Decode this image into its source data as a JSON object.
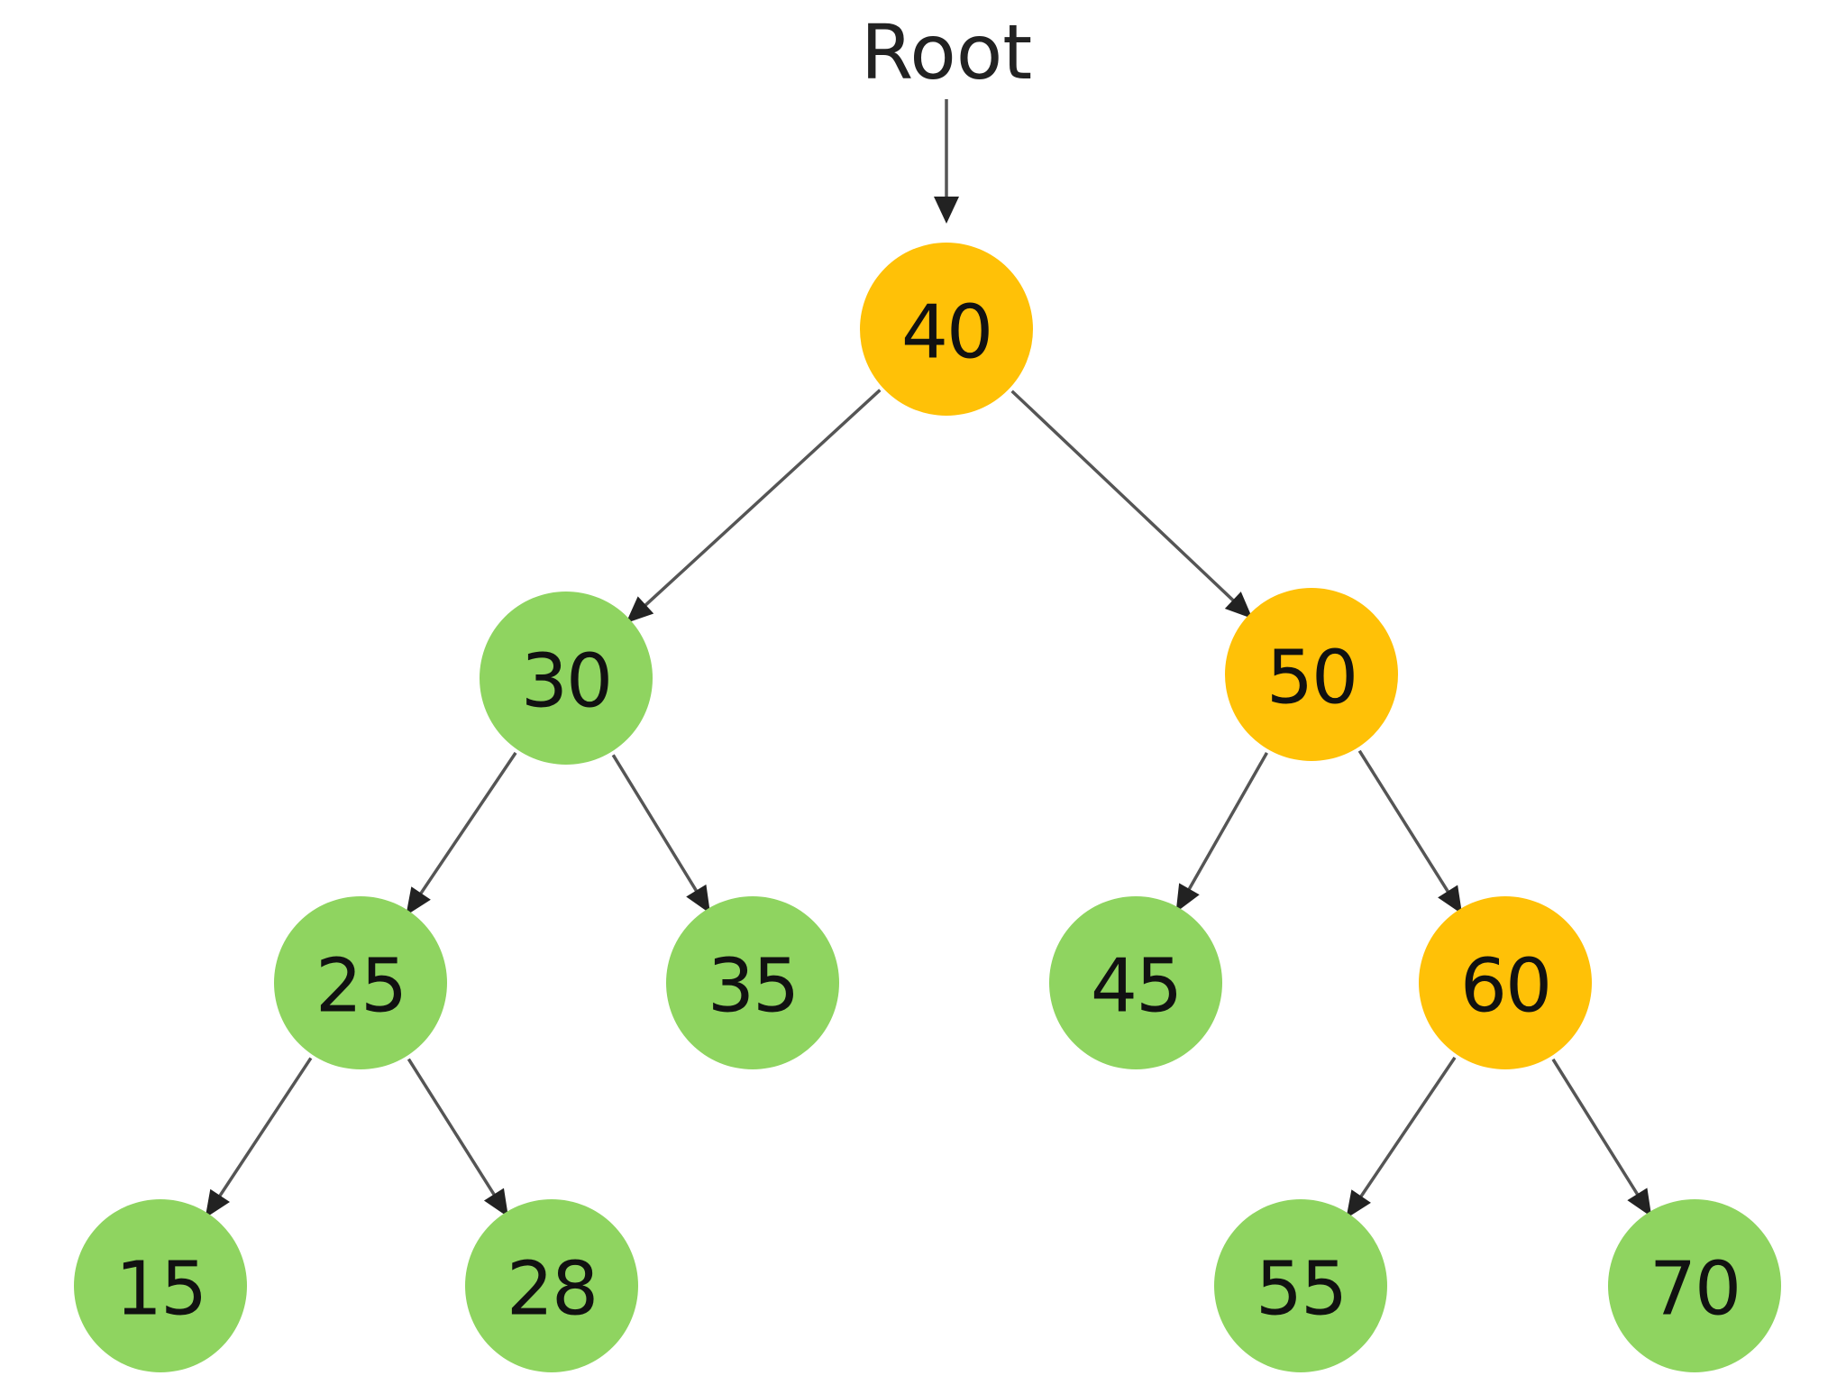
{
  "root_label": "Root",
  "colors": {
    "highlight": "#FFC107",
    "default": "#8FD460",
    "edge": "#555555",
    "arrowhead": "#222222",
    "text": "#111111"
  },
  "nodes": [
    {
      "id": "n40",
      "value": "40",
      "state": "highlight"
    },
    {
      "id": "n30",
      "value": "30",
      "state": "default"
    },
    {
      "id": "n50",
      "value": "50",
      "state": "highlight"
    },
    {
      "id": "n25",
      "value": "25",
      "state": "default"
    },
    {
      "id": "n35",
      "value": "35",
      "state": "default"
    },
    {
      "id": "n45",
      "value": "45",
      "state": "default"
    },
    {
      "id": "n60",
      "value": "60",
      "state": "highlight"
    },
    {
      "id": "n15",
      "value": "15",
      "state": "default"
    },
    {
      "id": "n28",
      "value": "28",
      "state": "default"
    },
    {
      "id": "n55",
      "value": "55",
      "state": "default"
    },
    {
      "id": "n70",
      "value": "70",
      "state": "default"
    }
  ],
  "edges": [
    {
      "from": "n40",
      "to": "n30"
    },
    {
      "from": "n40",
      "to": "n50"
    },
    {
      "from": "n30",
      "to": "n25"
    },
    {
      "from": "n30",
      "to": "n35"
    },
    {
      "from": "n50",
      "to": "n45"
    },
    {
      "from": "n50",
      "to": "n60"
    },
    {
      "from": "n25",
      "to": "n15"
    },
    {
      "from": "n25",
      "to": "n28"
    },
    {
      "from": "n60",
      "to": "n55"
    },
    {
      "from": "n60",
      "to": "n70"
    }
  ]
}
